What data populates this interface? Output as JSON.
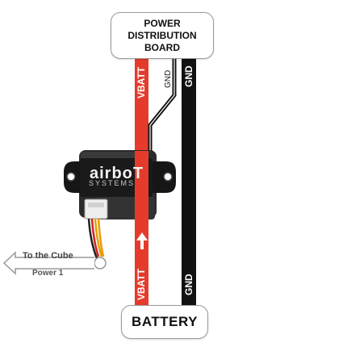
{
  "top_box": {
    "line1": "POWER",
    "line2": "DISTRIBUTION",
    "line3": "BOARD"
  },
  "bottom_box": {
    "label": "BATTERY"
  },
  "wires": {
    "vbatt_top": "VBATT",
    "vbatt_bottom": "VBATT",
    "gnd_thin": "GND",
    "gnd_top": "GND",
    "gnd_bottom": "GND"
  },
  "output": {
    "label": "To the Cube",
    "sublabel": "Power 1"
  },
  "device": {
    "logo": "airboT",
    "logo_sub": "SYSTEMS"
  },
  "colors": {
    "vbatt": "#e53b2c",
    "gnd": "#111111",
    "device_body": "#1c1c1c"
  }
}
